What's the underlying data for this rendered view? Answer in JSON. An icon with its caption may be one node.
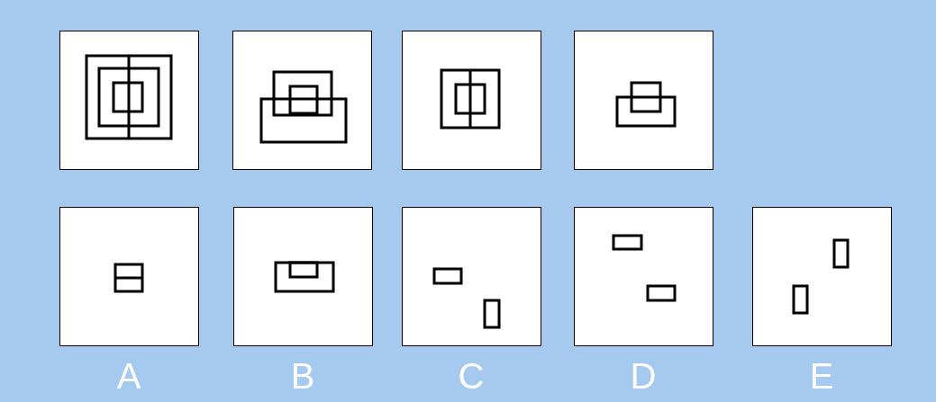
{
  "diagram": {
    "labels": [
      "A",
      "B",
      "C",
      "D",
      "E"
    ]
  }
}
